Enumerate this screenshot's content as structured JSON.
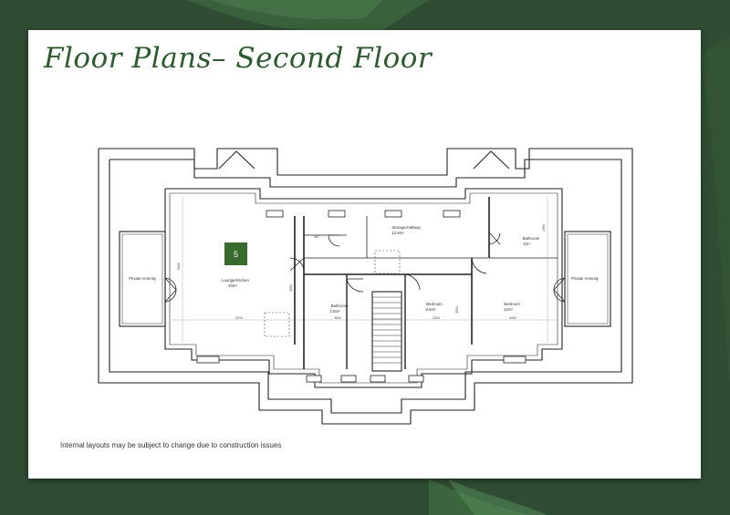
{
  "title": "Floor Plans– Second Floor",
  "disclaimer": "Internal layouts may be subject to change due to construction issues",
  "badge_number": "5",
  "rooms": {
    "private_amenity_left": "Private Amenity",
    "lounge_kitchen": "Lounge/Kitchen",
    "lounge_kitchen_area": "20m²",
    "storage_hallway": "Storage/Hallway",
    "storage_hallway_area": "12.5m²",
    "bathroom_top": "Bathroom",
    "bathroom_top_area": "4m²",
    "bathroom_mid": "Bathroom",
    "bathroom_mid_area": "3.5m²",
    "bedroom_1": "Bedroom",
    "bedroom_1_area": "8.5m²",
    "bedroom_2": "Bedroom",
    "bedroom_2_area": "12m²",
    "private_amenity_right": "Private Amenity",
    "wc_label": "WC"
  },
  "dimensions": {
    "d1": "3310",
    "d2": "5660",
    "d3": "3050",
    "d4": "3500",
    "d5": "2420",
    "d6": "3050",
    "d7": "4400",
    "d8": "1660"
  },
  "colors": {
    "background": "#2f4d32",
    "accent_green": "#2d5a2f",
    "badge": "#3a6b2e"
  }
}
